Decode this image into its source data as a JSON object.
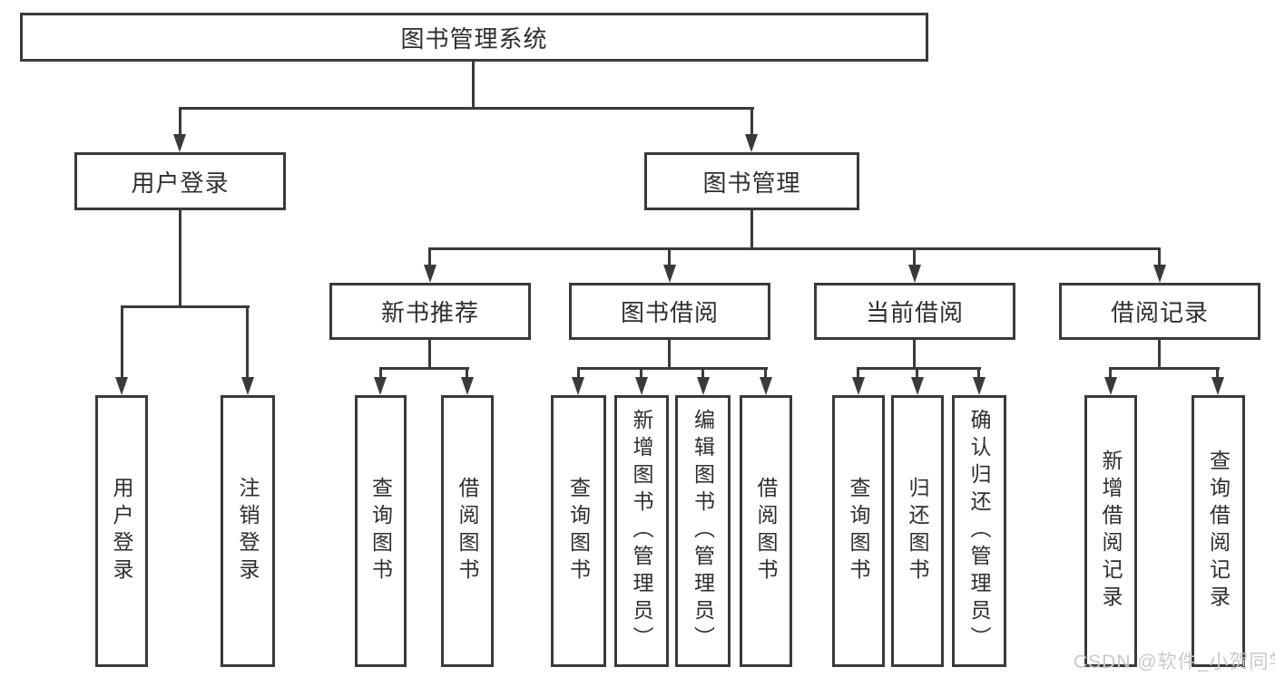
{
  "tree": {
    "root": "图书管理系统",
    "branches": [
      {
        "label": "用户登录",
        "children": [
          "用户登录",
          "注销登录"
        ]
      },
      {
        "label": "图书管理",
        "groups": [
          {
            "label": "新书推荐",
            "children": [
              "查询图书",
              "借阅图书"
            ]
          },
          {
            "label": "图书借阅",
            "children": [
              "查询图书",
              "新增图书（管理员）",
              "编辑图书（管理员）",
              "借阅图书"
            ]
          },
          {
            "label": "当前借阅",
            "children": [
              "查询图书",
              "归还图书",
              "确认归还（管理员）"
            ]
          },
          {
            "label": "借阅记录",
            "children": [
              "新增借阅记录",
              "查询借阅记录"
            ]
          }
        ]
      }
    ]
  },
  "watermark": "CSDN @软件_小贺同学",
  "colors": {
    "line": "#3a3a3a",
    "text": "#2e2e2e",
    "watermark_text": "#c9c9c9",
    "background": "#ffffff"
  }
}
